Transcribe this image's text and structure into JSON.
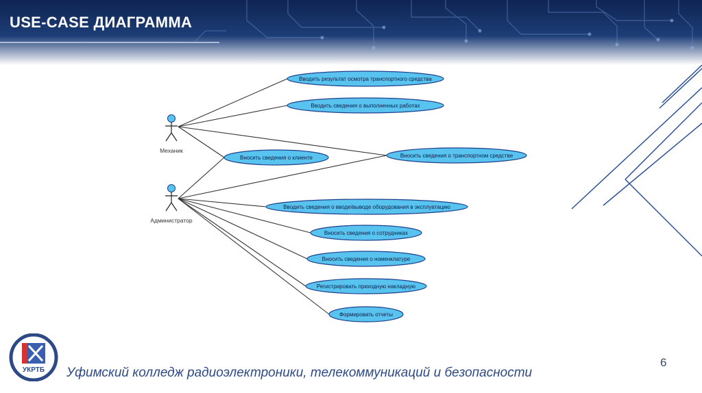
{
  "header": {
    "title": "USE-CASE ДИАГРАММА"
  },
  "diagram": {
    "actors": [
      {
        "id": "mechanic",
        "label": "Механик"
      },
      {
        "id": "admin",
        "label": "Администратор"
      }
    ],
    "use_cases": [
      {
        "id": "uc1",
        "label": "Вводить результат осмотра транспортного средства"
      },
      {
        "id": "uc2",
        "label": "Вводить сведения о выполненных работах"
      },
      {
        "id": "uc3",
        "label": "Вносить сведения о клиенте"
      },
      {
        "id": "uc4",
        "label": "Вносить сведения о транспортном средстве"
      },
      {
        "id": "uc5",
        "label": "Вводить сведения о вводе/выводе оборудования в эксплуатацию"
      },
      {
        "id": "uc6",
        "label": "Вносить сведения о сотрудниках"
      },
      {
        "id": "uc7",
        "label": "Вносить сведения о номенклатуре"
      },
      {
        "id": "uc8",
        "label": "Регистрировать приходную накладную"
      },
      {
        "id": "uc9",
        "label": "Формировать отчеты"
      }
    ],
    "associations": [
      [
        "mechanic",
        "uc1"
      ],
      [
        "mechanic",
        "uc2"
      ],
      [
        "mechanic",
        "uc3"
      ],
      [
        "mechanic",
        "uc4"
      ],
      [
        "admin",
        "uc3"
      ],
      [
        "admin",
        "uc4"
      ],
      [
        "admin",
        "uc5"
      ],
      [
        "admin",
        "uc6"
      ],
      [
        "admin",
        "uc7"
      ],
      [
        "admin",
        "uc8"
      ],
      [
        "admin",
        "uc9"
      ]
    ]
  },
  "colors": {
    "banner": "#13295a",
    "use_case_fill": "#59c3f0",
    "use_case_stroke": "#1e3f8c",
    "actor_head": "#59c3f0",
    "accent": "#2e4a86"
  },
  "footer": {
    "page_number": "6",
    "college": "Уфимский колледж радиоэлектроники, телекоммуникаций и безопасности",
    "logo_text": "УКРТБ"
  }
}
